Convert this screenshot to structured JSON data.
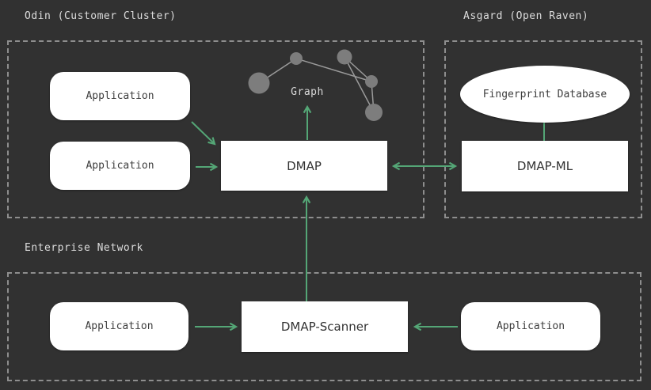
{
  "clusters": {
    "odin": {
      "title": "Odin (Customer Cluster)"
    },
    "asgard": {
      "title": "Asgard (Open Raven)"
    },
    "enterprise": {
      "title": "Enterprise Network"
    }
  },
  "nodes": {
    "app_odin_top": {
      "label": "Application"
    },
    "app_odin_bottom": {
      "label": "Application"
    },
    "dmap": {
      "label": "DMAP"
    },
    "graph": {
      "label": "Graph"
    },
    "fingerprint_db": {
      "label": "Fingerprint Database"
    },
    "dmap_ml": {
      "label": "DMAP-ML"
    },
    "app_enterprise_left": {
      "label": "Application"
    },
    "dmap_scanner": {
      "label": "DMAP-Scanner"
    },
    "app_enterprise_right": {
      "label": "Application"
    }
  },
  "colors": {
    "background": "#313131",
    "arrow_green": "#54a676",
    "node_fill": "#ffffff",
    "node_text": "#333333",
    "cluster_border": "#8e8e8e",
    "title_text": "#dcdcdc",
    "graph_node_fill": "#7d7d7d",
    "graph_edge": "#9b9b9b"
  }
}
